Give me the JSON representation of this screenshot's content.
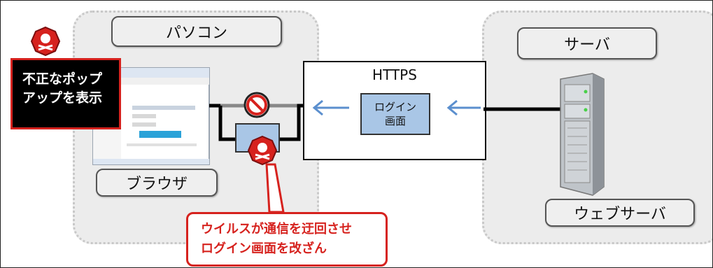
{
  "pc": {
    "title": "パソコン",
    "browser_label": "ブラウザ"
  },
  "server": {
    "title": "サーバ",
    "label": "ウェブサーバ"
  },
  "https": {
    "title": "HTTPS",
    "login_line1": "ログイン",
    "login_line2": "画面"
  },
  "popup_callout": {
    "line1": "不正なポップ",
    "line2": "アップを表示"
  },
  "virus_callout": {
    "line1": "ウイルスが通信を迂回させ",
    "line2": "ログイン画面を改ざん"
  },
  "colors": {
    "red": "#d6221e",
    "arrow_blue": "#5b8fce",
    "login_fill": "#a9c6e6"
  }
}
